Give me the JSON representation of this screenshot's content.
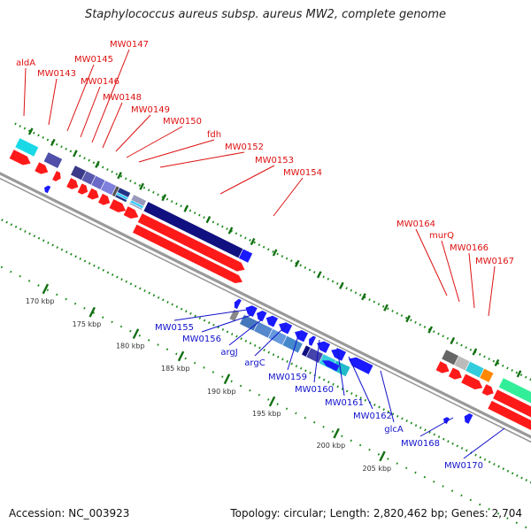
{
  "title": "Staphylococcus aureus subsp. aureus MW2, complete genome",
  "footer": {
    "accession": "Accession: NC_003923",
    "summary": "Topology: circular; Length: 2,820,462 bp; Genes: 2,704"
  },
  "colors": {
    "forward_label": "#dd1111",
    "reverse_label": "#1111cc",
    "backbone": "#999999",
    "tick": "#1a8a1a",
    "cds_forward": "#ff1a1a",
    "cds_reverse": "#1a1aff"
  },
  "ticks": [
    {
      "label": "170 kbp"
    },
    {
      "label": "175 kbp"
    },
    {
      "label": "180 kbp"
    },
    {
      "label": "185 kbp"
    },
    {
      "label": "190 kbp"
    },
    {
      "label": "195 kbp"
    },
    {
      "label": "200 kbp"
    },
    {
      "label": "205 kbp"
    }
  ],
  "forward_genes": [
    {
      "name": "aldA"
    },
    {
      "name": "MW0143"
    },
    {
      "name": "MW0145"
    },
    {
      "name": "MW0146"
    },
    {
      "name": "MW0147"
    },
    {
      "name": "MW0148"
    },
    {
      "name": "MW0149"
    },
    {
      "name": "MW0150"
    },
    {
      "name": "fdh"
    },
    {
      "name": "MW0152"
    },
    {
      "name": "MW0153"
    },
    {
      "name": "MW0154"
    },
    {
      "name": "MW0164"
    },
    {
      "name": "murQ"
    },
    {
      "name": "MW0166"
    },
    {
      "name": "MW0167"
    }
  ],
  "reverse_genes": [
    {
      "name": "MW0155"
    },
    {
      "name": "MW0156"
    },
    {
      "name": "argJ"
    },
    {
      "name": "argC"
    },
    {
      "name": "MW0159"
    },
    {
      "name": "MW0160"
    },
    {
      "name": "MW0161"
    },
    {
      "name": "MW0162"
    },
    {
      "name": "glcA"
    },
    {
      "name": "MW0168"
    },
    {
      "name": "MW0170"
    }
  ]
}
